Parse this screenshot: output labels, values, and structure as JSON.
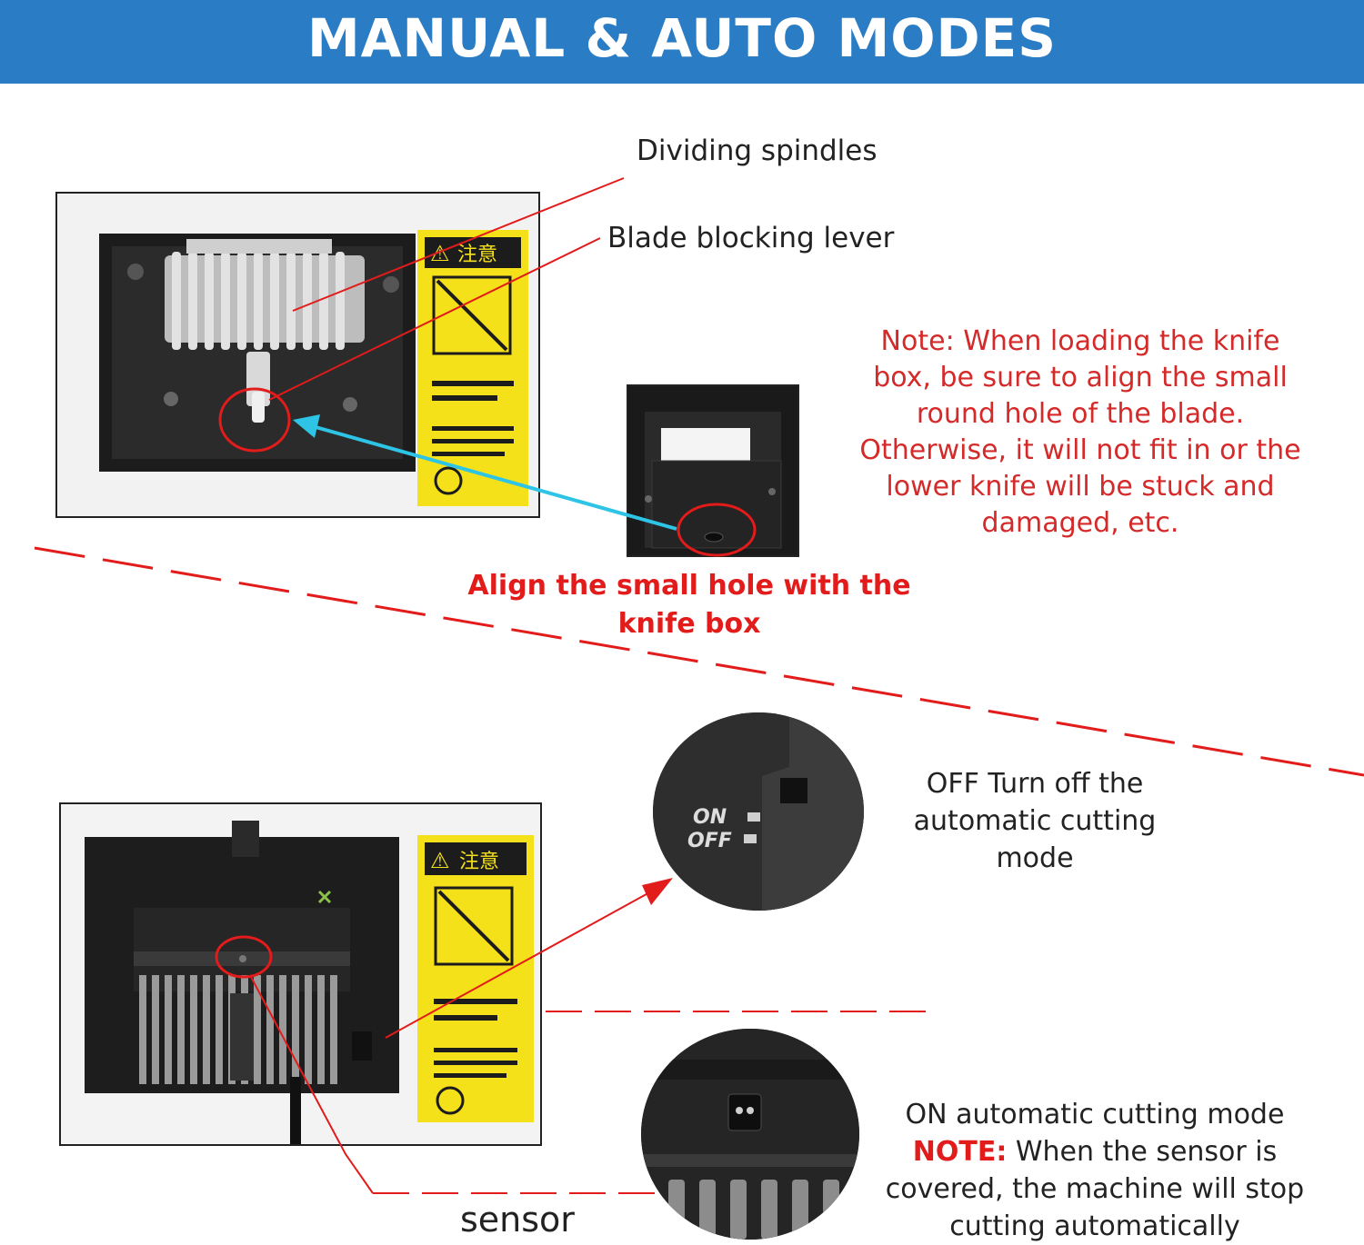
{
  "header": {
    "title": "MANUAL & AUTO MODES"
  },
  "callouts": {
    "dividing_spindles": "Dividing spindles",
    "blade_blocking_lever": "Blade blocking lever",
    "sensor": "sensor"
  },
  "note_knife_box": {
    "lines": [
      "Note: When loading the knife",
      "box, be sure to align the small",
      "round hole of the blade.",
      "Otherwise, it will not fit in or the",
      "lower knife will be stuck and",
      "damaged, etc."
    ]
  },
  "align_instruction": {
    "line1": "Align the small hole with the",
    "line2": "knife box"
  },
  "off_mode": {
    "line1": "OFF Turn off the",
    "line2": "automatic cutting",
    "line3": "mode"
  },
  "on_mode": {
    "line1": "ON automatic cutting mode",
    "note_label": "NOTE:",
    "note_rest": " When the sensor is",
    "line3": "covered, the machine will stop",
    "line4": "cutting automatically"
  },
  "switch_labels": {
    "on": "ON",
    "off": "OFF"
  },
  "warning_label": {
    "title": "注意"
  },
  "colors": {
    "banner": "#2a7cc4",
    "callout_red": "#e21b1b",
    "arrow_cyan": "#2ec4e6",
    "warning_yellow": "#f5e11a"
  }
}
